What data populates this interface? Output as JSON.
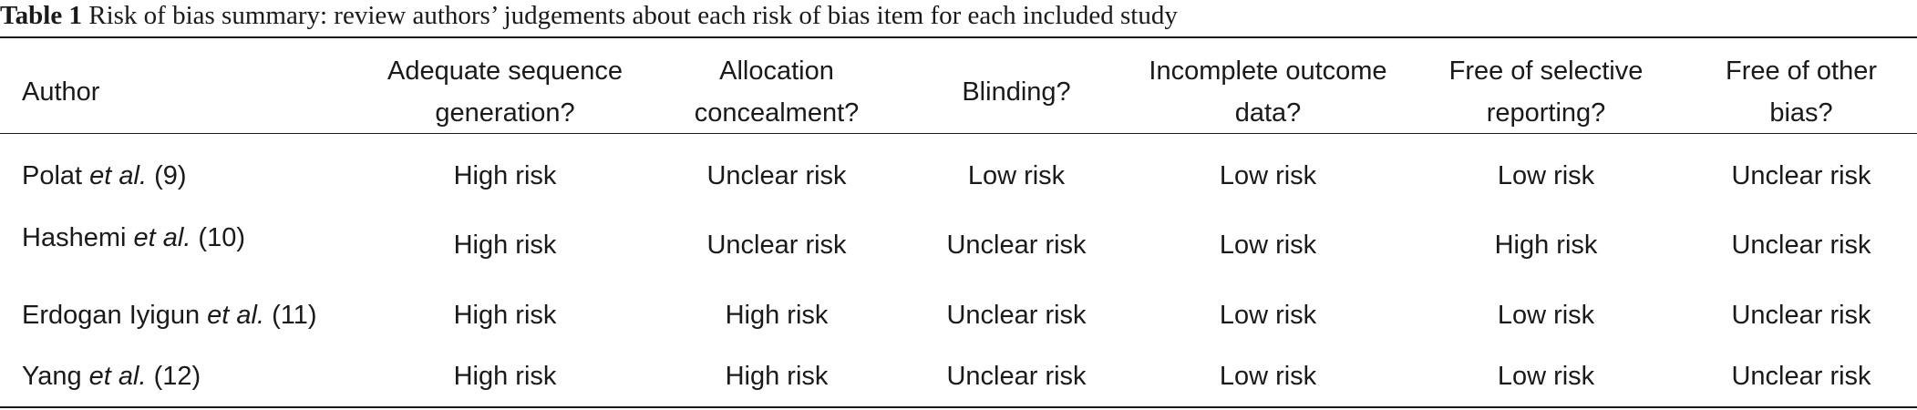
{
  "caption": {
    "label": "Table 1",
    "text": " Risk of bias summary: review authors’ judgements about each risk of bias item for each included study"
  },
  "table": {
    "headers": [
      [
        "Author"
      ],
      [
        "Adequate sequence",
        "generation?"
      ],
      [
        "Allocation",
        "concealment?"
      ],
      [
        "Blinding?"
      ],
      [
        "Incomplete outcome",
        "data?"
      ],
      [
        "Free of selective",
        "reporting?"
      ],
      [
        "Free of other",
        "bias?"
      ]
    ],
    "rows": [
      {
        "author_name": "Polat",
        "author_etal": "et al.",
        "author_ref": " (9)",
        "cells": [
          "High risk",
          "Unclear risk",
          "Low risk",
          "Low risk",
          "Low risk",
          "Unclear risk"
        ]
      },
      {
        "author_name": "Hashemi",
        "author_etal": "et al.",
        "author_ref": " (10)",
        "cells": [
          "High risk",
          "Unclear risk",
          "Unclear risk",
          "Low risk",
          "High risk",
          "Unclear risk"
        ]
      },
      {
        "author_name": "Erdogan Iyigun",
        "author_etal": "et al.",
        "author_ref": " (11)",
        "cells": [
          "High risk",
          "High risk",
          "Unclear risk",
          "Low risk",
          "Low risk",
          "Unclear risk"
        ]
      },
      {
        "author_name": "Yang",
        "author_etal": "et al.",
        "author_ref": " (12)",
        "cells": [
          "High risk",
          "High risk",
          "Unclear risk",
          "Low risk",
          "Low risk",
          "Unclear risk"
        ]
      }
    ]
  }
}
